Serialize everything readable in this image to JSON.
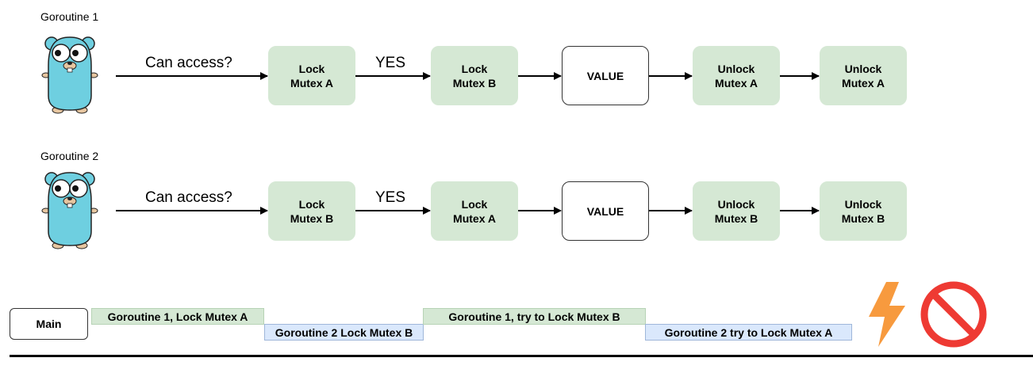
{
  "goroutine1": {
    "label": "Goroutine 1",
    "question": "Can access?",
    "yes": "YES",
    "steps": [
      "Lock\nMutex A",
      "Lock\nMutex B",
      "VALUE",
      "Unlock\nMutex A",
      "Unlock\nMutex A"
    ]
  },
  "goroutine2": {
    "label": "Goroutine 2",
    "question": "Can access?",
    "yes": "YES",
    "steps": [
      "Lock\nMutex B",
      "Lock\nMutex A",
      "VALUE",
      "Unlock\nMutex B",
      "Unlock\nMutex B"
    ]
  },
  "timeline": {
    "main": "Main",
    "events": [
      "Goroutine 1, Lock Mutex A",
      "Goroutine 2 Lock Mutex B",
      "Goroutine 1, try to Lock Mutex B",
      "Goroutine 2 try to Lock Mutex A"
    ]
  },
  "colors": {
    "step_fill": "#d5e8d4",
    "value_fill": "#ffffff",
    "timeline_goroutine1": "#d5e8d4",
    "timeline_goroutine2": "#dae8fc",
    "bolt": "#f79a3e",
    "prohibited": "#ee3a33",
    "gopher": "#6ecfe0"
  },
  "icons": [
    "gopher-mascot-icon",
    "lightning-bolt-icon",
    "prohibited-icon"
  ]
}
